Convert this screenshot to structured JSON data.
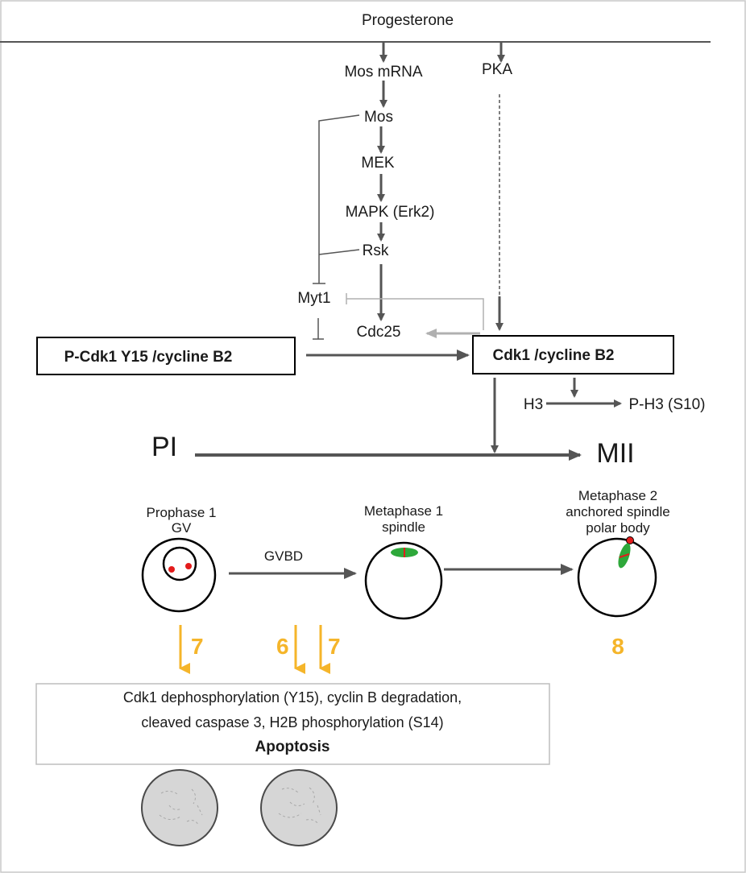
{
  "pathway": {
    "progesterone": "Progesterone",
    "mos_mrna": "Mos mRNA",
    "pka": "PKA",
    "mos": "Mos",
    "mek": "MEK",
    "mapk": "MAPK (Erk2)",
    "rsk": "Rsk",
    "myt1": "Myt1",
    "cdc25": "Cdc25",
    "pcdk1": "P-Cdk1 Y15 /cycline B2",
    "cdk1": "Cdk1 /cycline B2",
    "h3": "H3",
    "ph3": "P-H3 (S10)",
    "pi": "PI",
    "mii": "MII"
  },
  "stages": {
    "prophase_line1": "Prophase 1",
    "prophase_line2": "GV",
    "gvbd": "GVBD",
    "meta1_line1": "Metaphase 1",
    "meta1_line2": "spindle",
    "meta2_line1": "Metaphase 2",
    "meta2_line2": "anchored spindle",
    "meta2_line3": "polar body"
  },
  "markers": {
    "m7a": "7",
    "m6": "6",
    "m7b": "7",
    "m8": "8"
  },
  "apoptosis_box": {
    "line1": "Cdk1 dephosphorylation (Y15), cyclin B degradation,",
    "line2": "cleaved caspase 3, H2B phosphorylation (S14)",
    "title": "Apoptosis"
  },
  "colors": {
    "arrow": "#555555",
    "inhibit_gray": "#b0b0b0",
    "marker_orange": "#f5b52a",
    "spindle_green": "#2ea83a",
    "chromosome_red": "#e31b1b"
  }
}
